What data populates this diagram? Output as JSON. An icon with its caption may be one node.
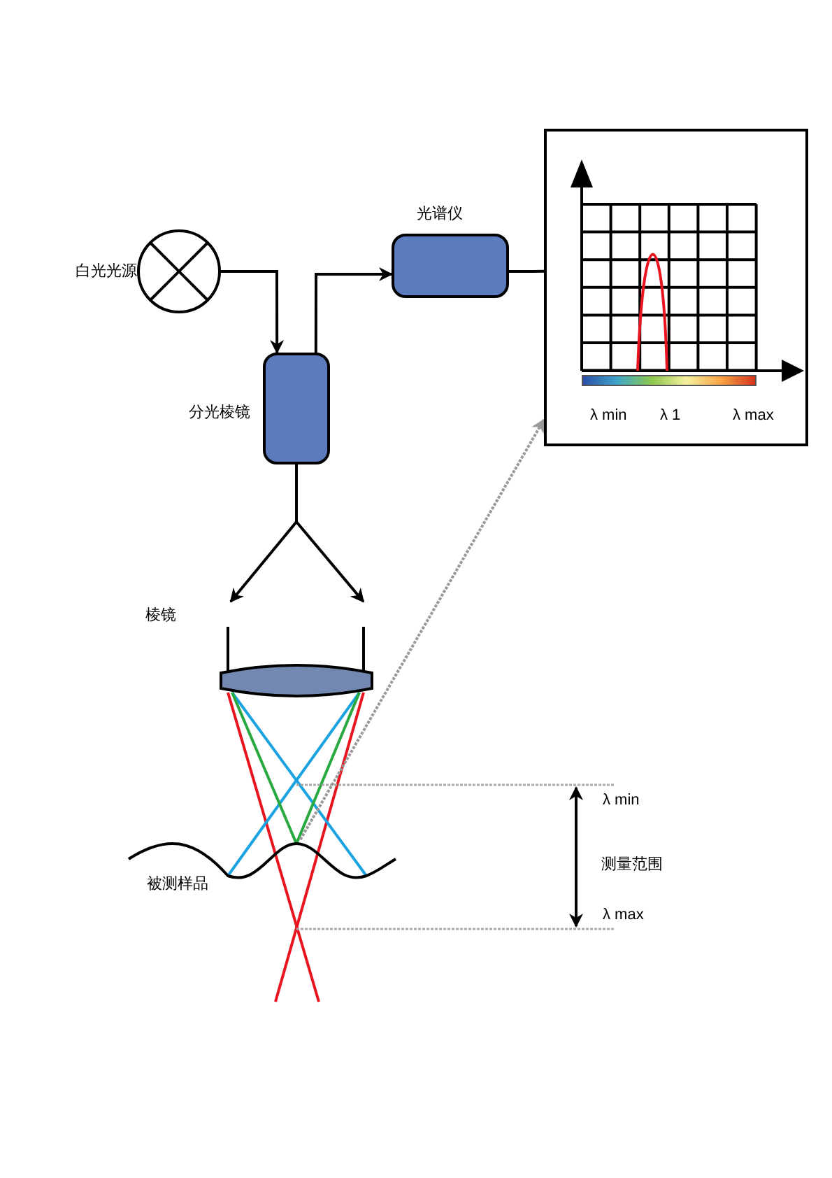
{
  "diagram": {
    "nodes": [
      {
        "text": [
          "白光光源"
        ]
      },
      {
        "text": [
          "分光棱镜"
        ]
      },
      {
        "text": [
          "光谱仪"
        ]
      },
      {
        "text": [
          "λ min",
          "λ 1",
          "λ max"
        ]
      },
      {
        "text": [
          "棱镜"
        ]
      },
      {
        "text": [
          "被测样品"
        ]
      }
    ],
    "edges": [
      {
        "from": 0,
        "to": 1,
        "arrow": "to"
      },
      {
        "from": 1,
        "to": 2,
        "arrow": "to"
      },
      {
        "from": 2,
        "to": 3,
        "arrow": "none"
      },
      {
        "from": 1,
        "to": 4,
        "arrow": "to"
      },
      {
        "from": 1,
        "to": 4,
        "arrow": "to"
      },
      {
        "from": 5,
        "to": 3,
        "arrow": "to",
        "style": "dashed",
        "color": "#999999"
      }
    ],
    "labels": [
      "λ min",
      "测量范围",
      "λ max"
    ]
  }
}
